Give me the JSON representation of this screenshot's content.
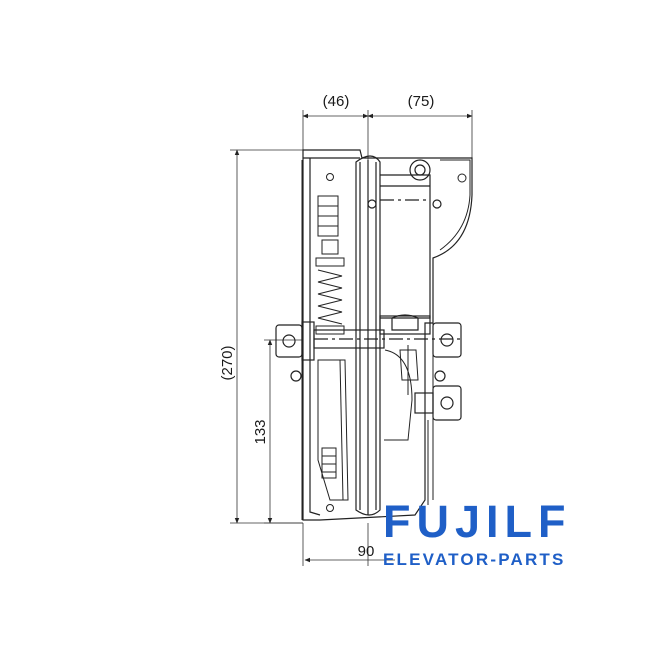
{
  "dimensions": {
    "top_left": "(46)",
    "top_right": "(75)",
    "height_total": "(270)",
    "height_center": "133",
    "bottom_width": "90"
  },
  "logo": {
    "name": "FUJILF",
    "tagline": "ELEVATOR-PARTS",
    "color": "#1f5fc7"
  }
}
